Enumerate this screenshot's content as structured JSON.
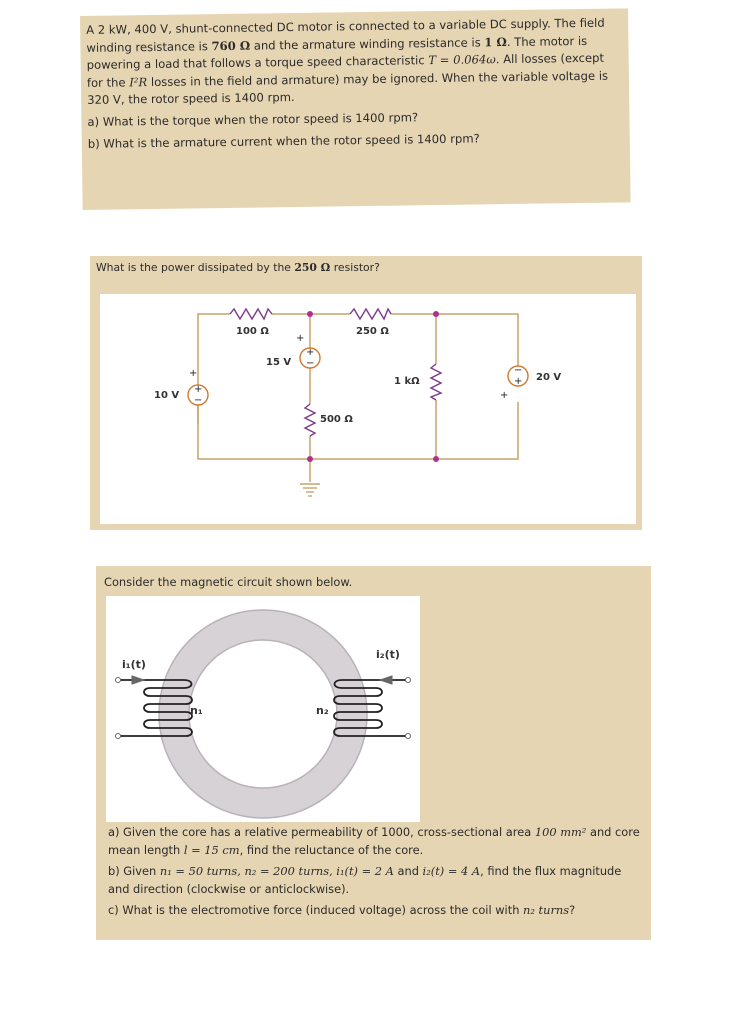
{
  "problem1": {
    "s1": "A 2 kW, 400 V, shunt-connected DC motor is connected to a variable DC supply. The field winding resistance is ",
    "m1": "760 Ω",
    "s2": " and the armature winding resistance is ",
    "m2": "1 Ω",
    "s3": ". The motor is powering a load that follows a torque speed characteristic ",
    "m3": "T = 0.064ω",
    "s4": ". All losses (except for the ",
    "m4": "I²R",
    "s5": " losses in the field and armature) may be ignored. When the variable voltage is 320 V, the rotor speed is 1400 rpm.",
    "qa": "a) What is the torque when the rotor speed is 1400 rpm?",
    "qb": "b) What is the armature current when the rotor speed is 1400 rpm?"
  },
  "problem2": {
    "t1": "What is the power dissipated by the ",
    "t2": "250 Ω",
    "t3": " resistor?",
    "circuit": {
      "r100": "100 Ω",
      "r250": "250 Ω",
      "v15": "15 V",
      "r1k": "1 kΩ",
      "v20": "20 V",
      "v10": "10 V",
      "r500": "500 Ω",
      "plus": "+",
      "minus": "−"
    }
  },
  "problem3": {
    "title": "Consider the magnetic circuit shown below.",
    "figure": {
      "i1": "i₁(t)",
      "i2": "i₂(t)",
      "n1": "n₁",
      "n2": "n₂"
    },
    "a": {
      "t1": "a) Given the core has a relative permeability of 1000, cross-sectional area ",
      "m1": "100 mm²",
      "t2": " and core mean length ",
      "m2": "l = 15 cm",
      "t3": ", find the reluctance of the core."
    },
    "b": {
      "t1": "b) Given ",
      "m1": "n₁ = 50 turns, n₂ = 200 turns, i₁(t) = 2 A",
      "t2": " and ",
      "m2": "i₂(t) = 4 A",
      "t3": ", find the flux magnitude and direction (clockwise or anticlockwise)."
    },
    "c": {
      "t1": "c) What is the electromotive force (induced voltage) across the coil with ",
      "m1": "n₂ turns",
      "t2": "?"
    }
  },
  "colors": {
    "card": "#e6d5b2",
    "wire": "#c9a36a",
    "node": "#b0308f",
    "resistor": "#7a3b8a",
    "source": "#d07a30",
    "core": "#d7d2d6"
  }
}
